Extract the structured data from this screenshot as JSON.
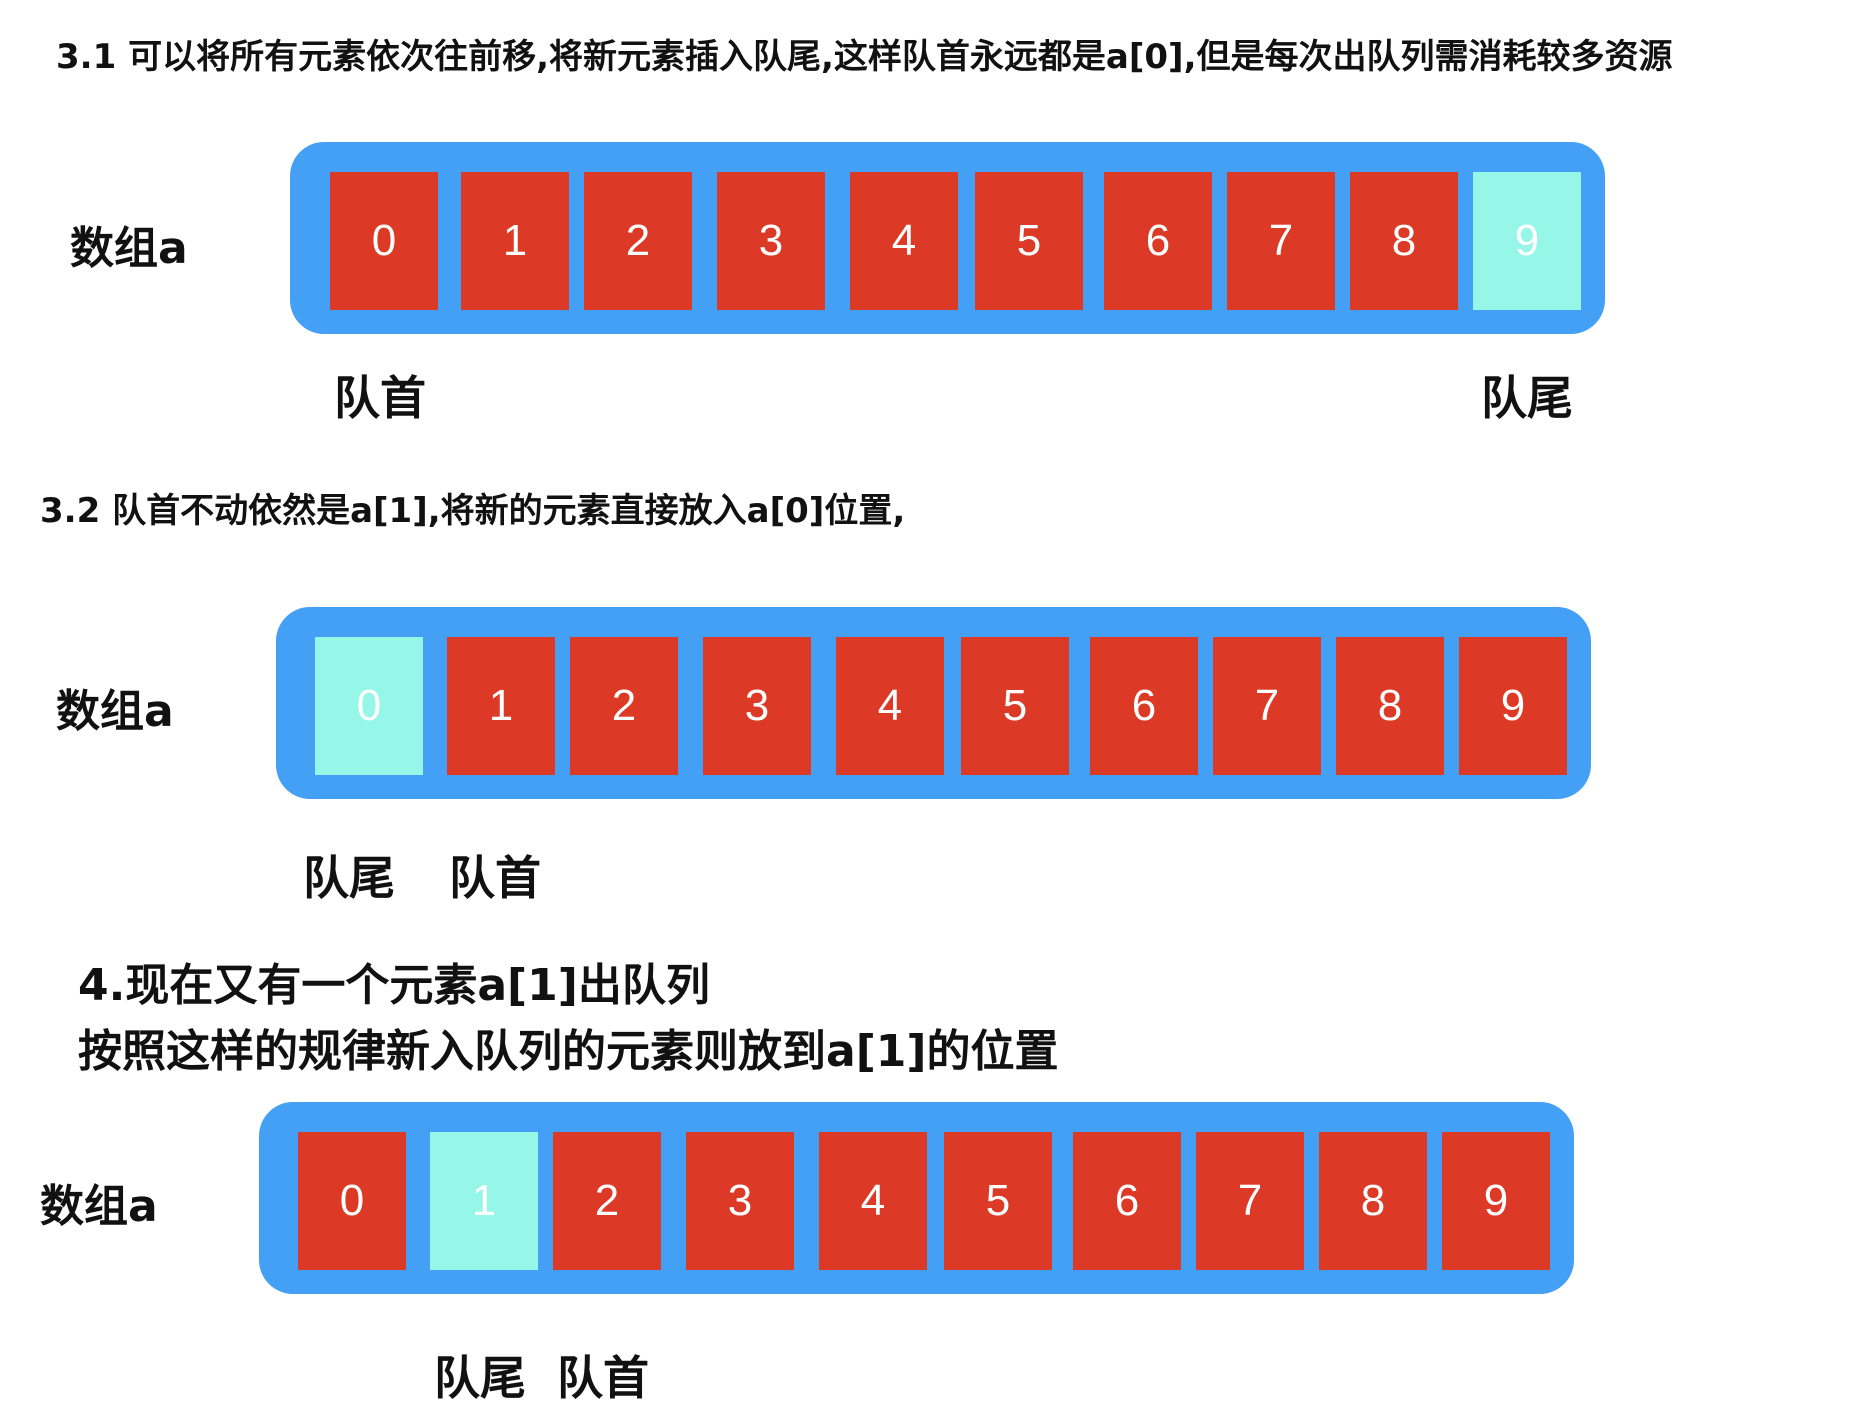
{
  "colors": {
    "container": "#44a0f4",
    "cell": "#dc3a26",
    "cell_highlight": "#96f6e7",
    "cell_text": "#ffffff"
  },
  "sections": [
    {
      "heading": [
        "3.1 可以将所有元素依次往前移,将新元素插入队尾,这样队首永远都是a[0],但是每次出队列需消耗较多资源"
      ],
      "array_label": "数组a",
      "cells": [
        "0",
        "1",
        "2",
        "3",
        "4",
        "5",
        "6",
        "7",
        "8",
        "9"
      ],
      "highlight_index": 9,
      "markers": [
        "队首",
        "队尾"
      ]
    },
    {
      "heading": [
        "3.2 队首不动依然是a[1],将新的元素直接放入a[0]位置,"
      ],
      "array_label": "数组a",
      "cells": [
        "0",
        "1",
        "2",
        "3",
        "4",
        "5",
        "6",
        "7",
        "8",
        "9"
      ],
      "highlight_index": 0,
      "markers": [
        "队尾",
        "队首"
      ]
    },
    {
      "heading": [
        "4.现在又有一个元素a[1]出队列",
        "按照这样的规律新入队列的元素则放到a[1]的位置"
      ],
      "array_label": "数组a",
      "cells": [
        "0",
        "1",
        "2",
        "3",
        "4",
        "5",
        "6",
        "7",
        "8",
        "9"
      ],
      "highlight_index": 1,
      "markers": [
        "队尾",
        "队首"
      ]
    }
  ]
}
